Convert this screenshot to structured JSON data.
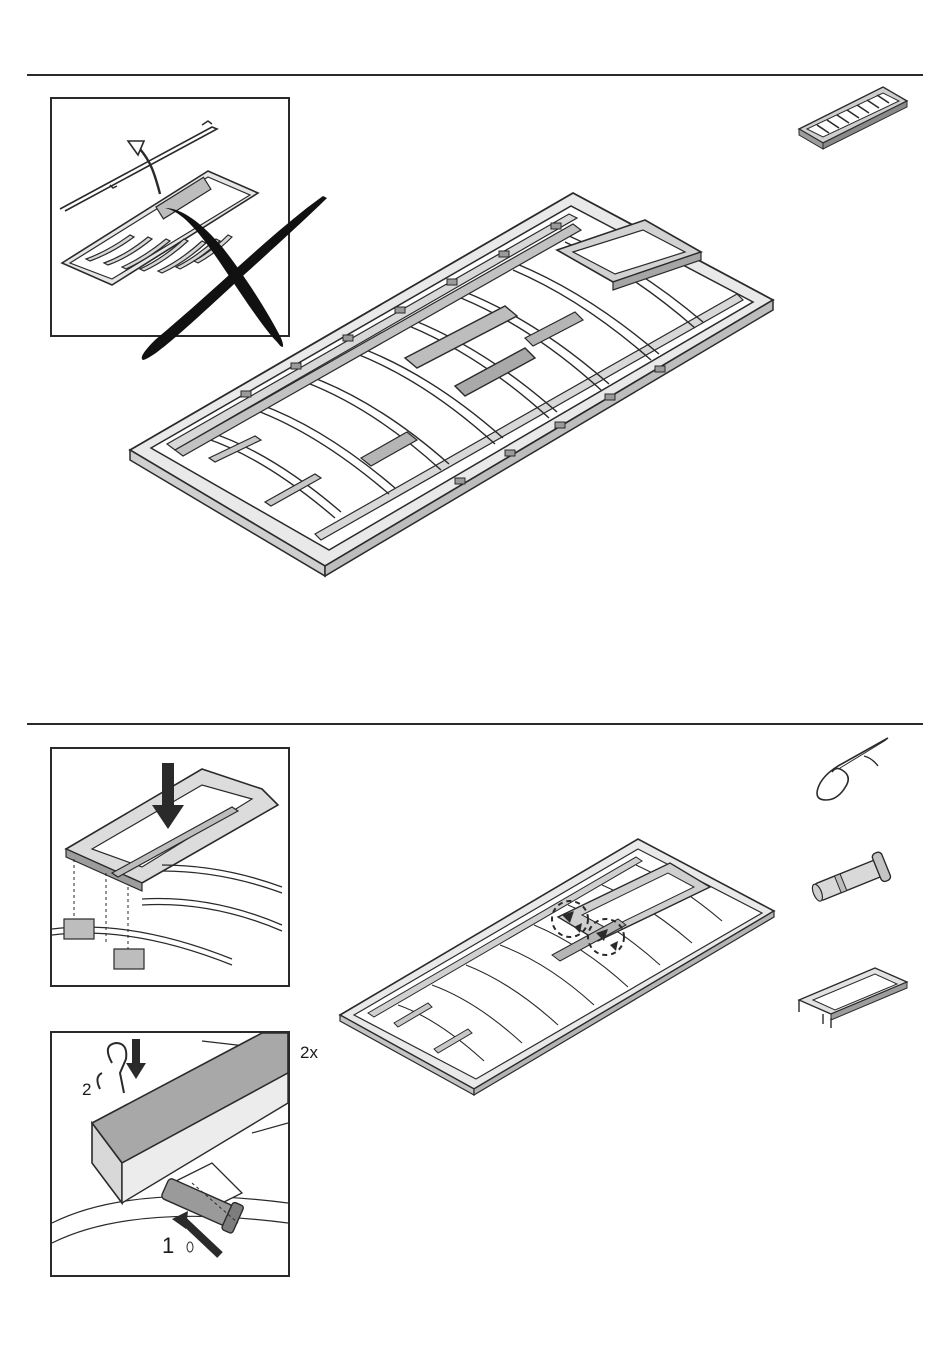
{
  "step_one": {
    "inset_panel_icon": "remove-trim-strip-not-allowed-icon",
    "forbidden_mark_icon": "x-mark-icon",
    "main_illustration_icon": "bed-frame-slatted-base-icon",
    "part_thumbnail_icon": "bed-frame-thumbnail-icon"
  },
  "step_two": {
    "detail_top_icon": "attach-frame-arrow-down-icon",
    "detail_bottom_icon": "insert-pin-and-clip-icon",
    "callouts": {
      "insert_pin": "1",
      "fit_clip": "2",
      "quantity": "2x"
    },
    "main_illustration_icon": "bed-frame-highlighted-mount-icon",
    "parts": [
      {
        "icon": "hairpin-clip-icon"
      },
      {
        "icon": "hinge-pin-icon"
      },
      {
        "icon": "head-frame-bracket-icon"
      }
    ]
  },
  "colors": {
    "line": "#2a2a2a",
    "fill_light": "#ececec",
    "fill_mid": "#c9c9c9",
    "fill_dark": "#8a8a8a"
  }
}
